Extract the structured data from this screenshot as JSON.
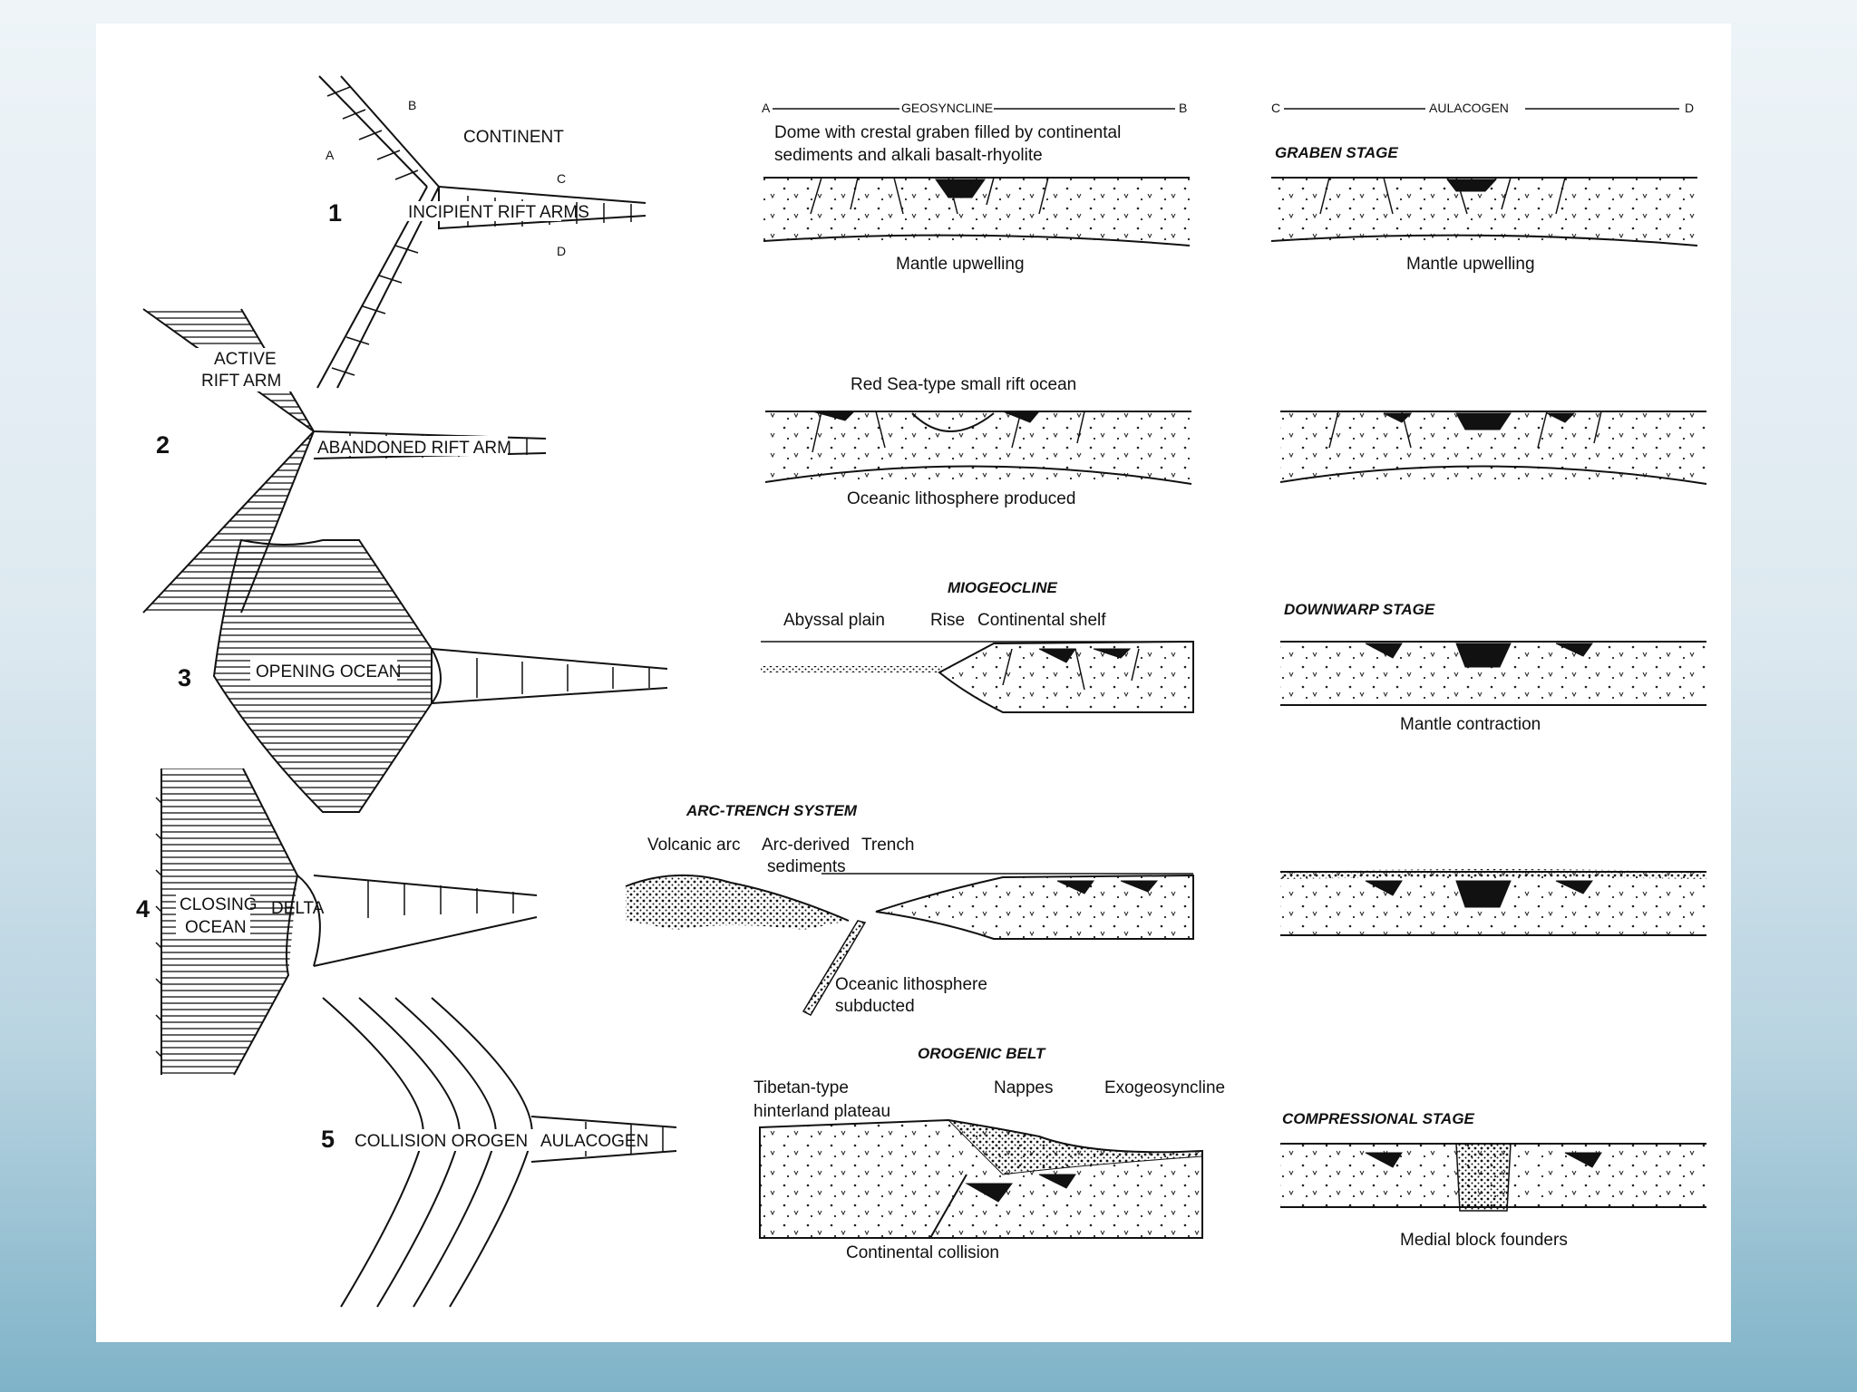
{
  "map": {
    "stage_numbers": [
      "1",
      "2",
      "3",
      "4",
      "5"
    ],
    "labels": {
      "continent": "CONTINENT",
      "a": "A",
      "b": "B",
      "c": "C",
      "d": "D",
      "incipient": "INCIPIENT RIFT ARMS",
      "active_1": "ACTIVE",
      "active_2": "RIFT ARM",
      "abandoned": "ABANDONED RIFT ARM",
      "opening": "OPENING OCEAN",
      "closing_1": "CLOSING",
      "closing_2": "OCEAN",
      "delta": "DELTA",
      "collision": "COLLISION OROGEN",
      "aulacogen": "AULACOGEN"
    }
  },
  "geosyncline": {
    "header_left": "A",
    "header_title": "GEOSYNCLINE",
    "header_right": "B",
    "p1_caption_1": "Dome with crestal graben filled by continental",
    "p1_caption_2": "sediments and alkali basalt-rhyolite",
    "p1_below": "Mantle upwelling",
    "p2_above": "Red Sea-type small rift ocean",
    "p2_below": "Oceanic lithosphere produced",
    "p3_heading": "MIOGEOCLINE",
    "p3_abyssal": "Abyssal plain",
    "p3_rise": "Rise",
    "p3_shelf": "Continental shelf",
    "p4_heading": "ARC-TRENCH SYSTEM",
    "p4_volcanic": "Volcanic arc",
    "p4_arc_1": "Arc-derived",
    "p4_arc_2": "sediments",
    "p4_trench": "Trench",
    "p4_oceanic_1": "Oceanic lithosphere",
    "p4_oceanic_2": "subducted",
    "p5_heading": "OROGENIC BELT",
    "p5_tibet_1": "Tibetan-type",
    "p5_tibet_2": "hinterland plateau",
    "p5_nappes": "Nappes",
    "p5_exo": "Exogeosyncline",
    "p5_below": "Continental collision"
  },
  "aulacogen": {
    "header_left": "C",
    "header_title": "AULACOGEN",
    "header_right": "D",
    "graben_heading": "GRABEN STAGE",
    "graben_below": "Mantle upwelling",
    "downwarp_heading": "DOWNWARP STAGE",
    "downwarp_below": "Mantle contraction",
    "compress_heading": "COMPRESSIONAL STAGE",
    "compress_below": "Medial block founders"
  }
}
